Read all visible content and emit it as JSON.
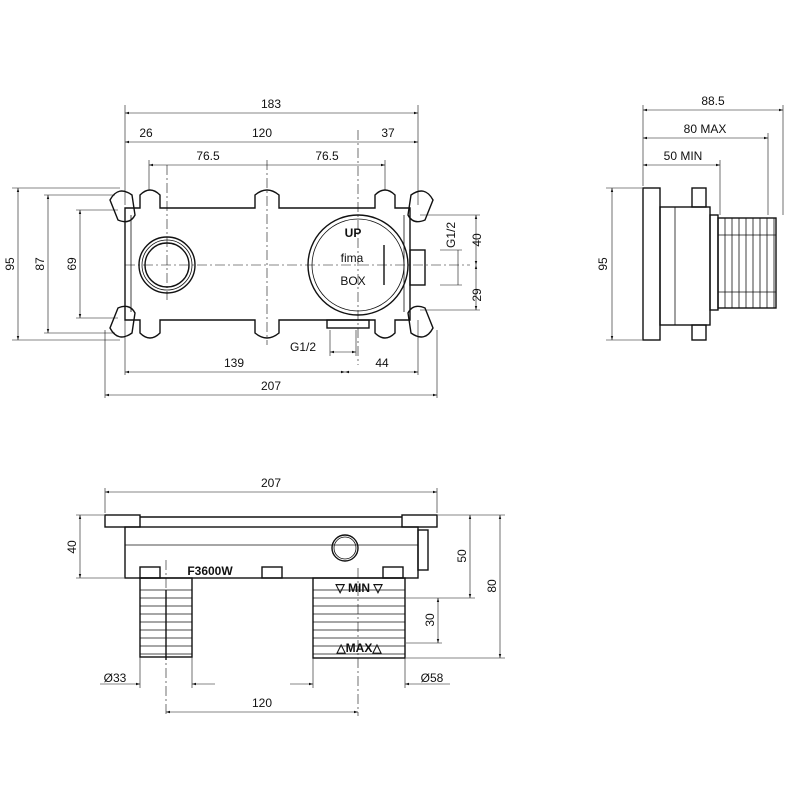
{
  "front_view": {
    "dims": {
      "overall_width": "183",
      "left_offset": "26",
      "center_spacing": "120",
      "right_offset": "37",
      "half_left": "76.5",
      "half_right": "76.5",
      "height_95": "95",
      "height_87": "87",
      "height_69": "69",
      "g_right": "G1/2",
      "right_40": "40",
      "right_29": "29",
      "g_bottom": "G1/2",
      "bottom_139": "139",
      "bottom_44": "44",
      "bottom_207": "207"
    },
    "logo": {
      "up": "UP",
      "brand": "fima",
      "box": "BOX"
    }
  },
  "side_view": {
    "dims": {
      "depth": "88.5",
      "max": "80 MAX",
      "min": "50 MIN",
      "height": "95"
    }
  },
  "bottom_view": {
    "model": "F3600W",
    "min_mark": "▽ MIN ▽",
    "max_mark": "△MAX△",
    "dims": {
      "width": "207",
      "height_40": "40",
      "height_50": "50",
      "height_80": "80",
      "height_30": "30",
      "dia_left": "Ø33",
      "dia_right": "Ø58",
      "spacing": "120"
    }
  }
}
